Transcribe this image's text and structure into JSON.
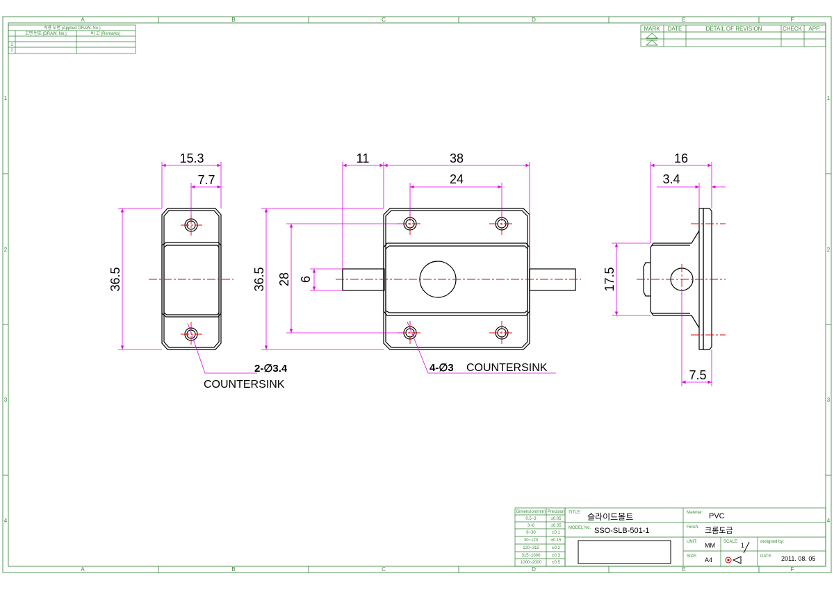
{
  "border": {
    "columns": [
      "A",
      "B",
      "C",
      "D",
      "E",
      "F"
    ],
    "rows": [
      "1",
      "2",
      "3",
      "4"
    ]
  },
  "applied_table": {
    "header": "적용 도면 (Applied DRAW. No.)",
    "col1": "도면 번호 (DRAW. No.)",
    "col2": "비 고 (Remarks)",
    "rows": [
      "1",
      "2"
    ]
  },
  "revision_table": {
    "headers": [
      "MARK",
      "DATE",
      "DETAIL OF REVISION",
      "CHECK",
      "APP."
    ]
  },
  "dimensions": {
    "left_width": "15.3",
    "left_offset": "7.7",
    "left_height": "36.5",
    "left_hole": "2-∅3.4",
    "left_hole_note": "COUNTERSINK",
    "front_bolt": "11",
    "front_width": "38",
    "front_hole_pitch": "24",
    "front_height": "36.5",
    "front_hole_v": "28",
    "front_bolt_dia": "6",
    "front_hole": "4-∅3",
    "front_hole_note": "COUNTERSINK",
    "side_width": "16",
    "side_thick": "3.4",
    "side_height": "17.5",
    "side_offset": "7.5"
  },
  "tolerance_table": {
    "headers": [
      "Dimension(mm)",
      "Precision"
    ],
    "rows": [
      [
        "0.5~3",
        "±0.05"
      ],
      [
        "3~6",
        "±0.05"
      ],
      [
        "6~30",
        "±0.1"
      ],
      [
        "30~120",
        "±0.15"
      ],
      [
        "120~315",
        "±0.2"
      ],
      [
        "315~1000",
        "±0.3"
      ],
      [
        "1000~2000",
        "±0.5"
      ]
    ]
  },
  "title_block": {
    "title_label": "TITLE:",
    "title": "슬라이드볼트",
    "model_label": "MODEL No.",
    "model": "SSO-SLB-501-1",
    "material_label": "Material:",
    "material": "PVC",
    "finish_label": "Finish:",
    "finish": "크롬도금",
    "unit_label": "UNIT:",
    "unit": "MM",
    "scale_label": "SCALE:",
    "scale": "1",
    "size_label": "SIZE:",
    "size": "A4",
    "designed_label": "designed by:",
    "date_label": "DATE:",
    "date": "2011. 08. 05"
  },
  "colors": {
    "dimension": "#e000e0",
    "centerline": "#e00000",
    "outline": "#000000",
    "frame": "#2e7d32"
  }
}
